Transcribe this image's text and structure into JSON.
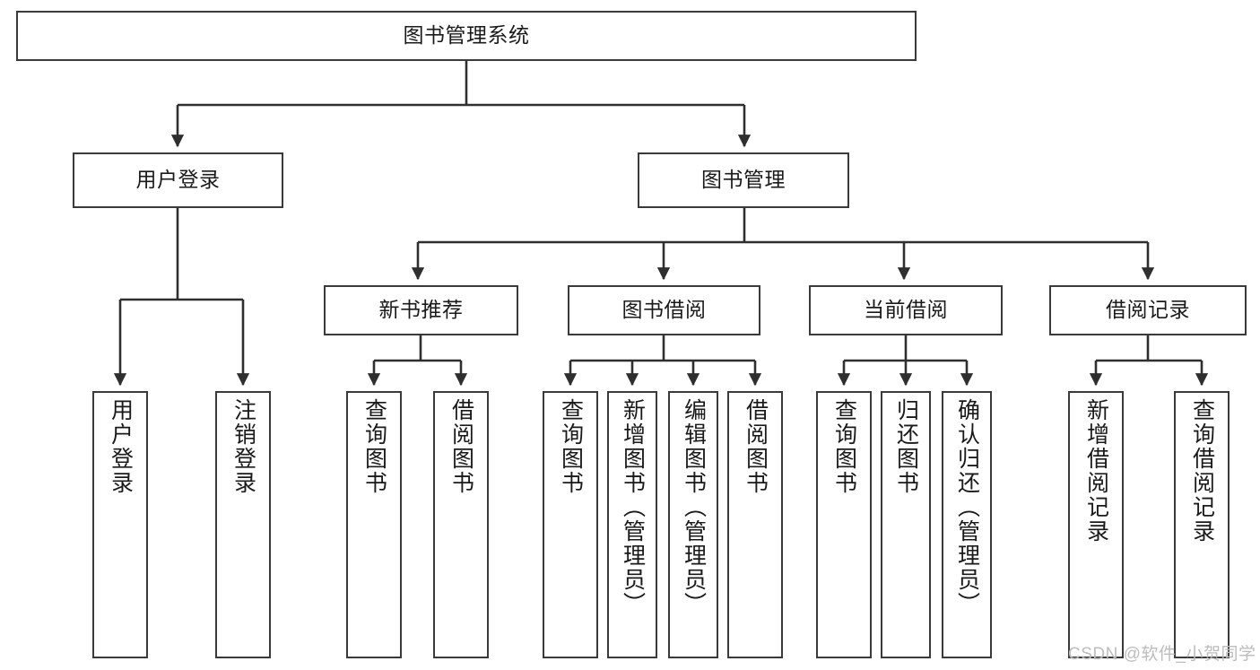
{
  "diagram": {
    "title": "图书管理系统",
    "type": "tree",
    "colors": {
      "box_border": "#3a3a3a",
      "box_fill": "#ffffff",
      "edge": "#2f2f2f",
      "text": "#1a1a1a",
      "watermark": "#bcbcbc"
    },
    "levels": {
      "root": {
        "label": "图书管理系统"
      },
      "level2": [
        {
          "label": "用户登录"
        },
        {
          "label": "图书管理"
        }
      ],
      "level3": [
        {
          "label": "新书推荐"
        },
        {
          "label": "图书借阅"
        },
        {
          "label": "当前借阅"
        },
        {
          "label": "借阅记录"
        }
      ],
      "leaves": [
        {
          "label": "用户登录",
          "parent": "用户登录"
        },
        {
          "label": "注销登录",
          "parent": "用户登录"
        },
        {
          "label": "查询图书",
          "parent": "新书推荐"
        },
        {
          "label": "借阅图书",
          "parent": "新书推荐"
        },
        {
          "label": "查询图书",
          "parent": "图书借阅"
        },
        {
          "label": "新增图书（管理员）",
          "parent": "图书借阅"
        },
        {
          "label": "编辑图书（管理员）",
          "parent": "图书借阅"
        },
        {
          "label": "借阅图书",
          "parent": "图书借阅"
        },
        {
          "label": "查询图书",
          "parent": "当前借阅"
        },
        {
          "label": "归还图书",
          "parent": "当前借阅"
        },
        {
          "label": "确认归还（管理员）",
          "parent": "当前借阅"
        },
        {
          "label": "新增借阅记录",
          "parent": "借阅记录"
        },
        {
          "label": "查询借阅记录",
          "parent": "借阅记录"
        }
      ]
    },
    "watermark": "CSDN @软件_小贺同学"
  }
}
